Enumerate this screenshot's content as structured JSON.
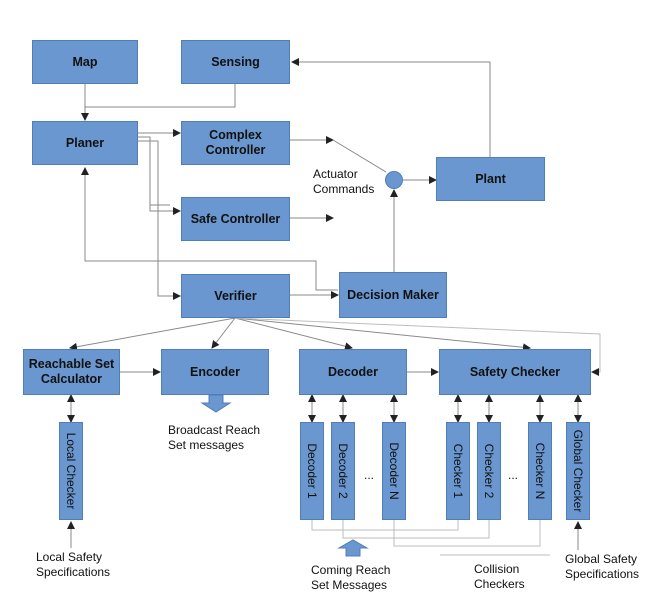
{
  "blocks": {
    "map": "Map",
    "sensing": "Sensing",
    "planer": "Planer",
    "complex_controller": "Complex Controller",
    "safe_controller": "Safe Controller",
    "plant": "Plant",
    "verifier": "Verifier",
    "decision_maker": "Decision Maker",
    "reachable_set_calculator": "Reachable Set Calculator",
    "encoder": "Encoder",
    "decoder": "Decoder",
    "safety_checker": "Safety Checker"
  },
  "vertical_blocks": {
    "local_checker": "Local Checker",
    "decoder_1": "Decoder 1",
    "decoder_2": "Decoder 2",
    "decoder_n": "Decoder N",
    "checker_1": "Checker 1",
    "checker_2": "Checker 2",
    "checker_n": "Checker N",
    "global_checker": "Global Checker"
  },
  "labels": {
    "actuator_commands": "Actuator Commands",
    "broadcast_reach": "Broadcast Reach Set messages",
    "local_safety_specs": "Local Safety Specifications",
    "coming_reach": "Coming Reach Set Messages",
    "collision_checkers": "Collision Checkers",
    "global_safety_specs": "Global Safety Specifications"
  },
  "ellipsis": "...",
  "colors": {
    "block_fill": "#6a97cf",
    "block_border": "#4f7fb8",
    "line": "#555555",
    "light_line": "#b8b8b8"
  }
}
